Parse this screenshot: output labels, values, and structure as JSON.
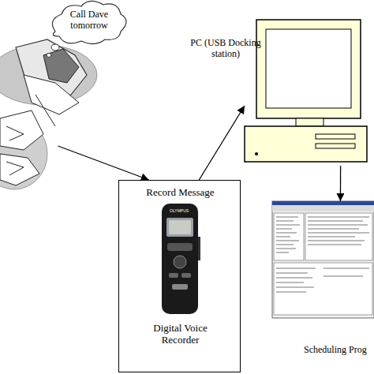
{
  "diagram": {
    "nodes": [
      {
        "text": [
          "Call Dave tomorrow"
        ]
      },
      {
        "text": [
          "Record Message",
          "Digital Voice Recorder"
        ]
      },
      {
        "text": [
          "PC (USB Docking station)"
        ]
      },
      {
        "text": [
          "Scheduling Prog"
        ]
      }
    ],
    "edges": [
      {
        "from": 0,
        "to": 1,
        "arrow": "to"
      },
      {
        "from": 1,
        "to": 2,
        "arrow": "to"
      },
      {
        "from": 2,
        "to": 3,
        "arrow": "to"
      }
    ],
    "labels": [
      "OLYMPUS"
    ]
  }
}
